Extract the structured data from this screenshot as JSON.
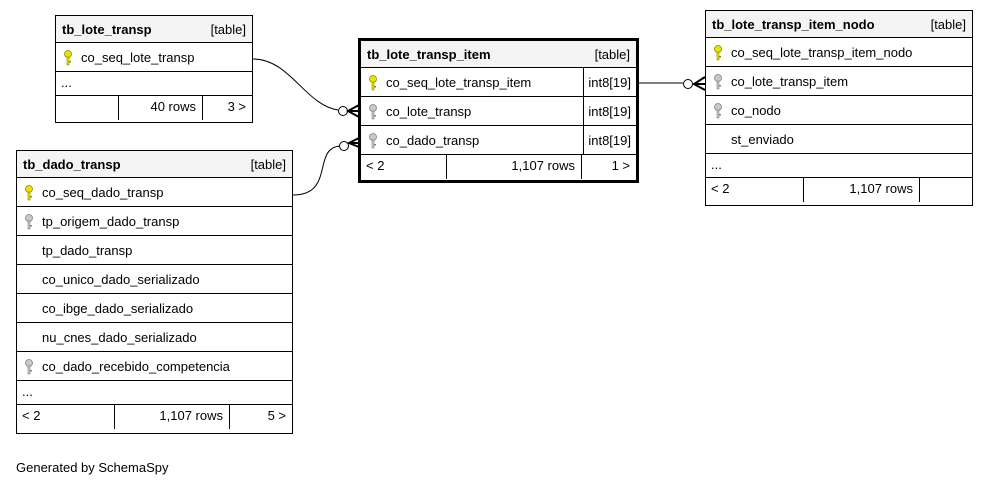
{
  "colors": {
    "primary_key": "#e5e500",
    "foreign_key": "#a8a8a8",
    "header_bg": "#f4f4f4",
    "line": "#000000"
  },
  "tables": {
    "lote_transp": {
      "name": "tb_lote_transp",
      "kind": "[table]",
      "columns": [
        {
          "name": "co_seq_lote_transp",
          "key": "primary"
        }
      ],
      "ellipsis": "...",
      "footer": {
        "left": "",
        "rows": "40 rows",
        "right": "3 >"
      }
    },
    "dado_transp": {
      "name": "tb_dado_transp",
      "kind": "[table]",
      "columns": [
        {
          "name": "co_seq_dado_transp",
          "key": "primary"
        },
        {
          "name": "tp_origem_dado_transp",
          "key": "foreign"
        },
        {
          "name": "tp_dado_transp",
          "key": ""
        },
        {
          "name": "co_unico_dado_serializado",
          "key": ""
        },
        {
          "name": "co_ibge_dado_serializado",
          "key": ""
        },
        {
          "name": "nu_cnes_dado_serializado",
          "key": ""
        },
        {
          "name": "co_dado_recebido_competencia",
          "key": "foreign"
        }
      ],
      "ellipsis": "...",
      "footer": {
        "left": "< 2",
        "rows": "1,107 rows",
        "right": "5 >"
      }
    },
    "lote_transp_item": {
      "name": "tb_lote_transp_item",
      "kind": "[table]",
      "columns": [
        {
          "name": "co_seq_lote_transp_item",
          "type": "int8[19]",
          "key": "primary"
        },
        {
          "name": "co_lote_transp",
          "type": "int8[19]",
          "key": "foreign"
        },
        {
          "name": "co_dado_transp",
          "type": "int8[19]",
          "key": "foreign"
        }
      ],
      "footer": {
        "left": "< 2",
        "rows": "1,107 rows",
        "right": "1 >"
      }
    },
    "lote_transp_item_nodo": {
      "name": "tb_lote_transp_item_nodo",
      "kind": "[table]",
      "columns": [
        {
          "name": "co_seq_lote_transp_item_nodo",
          "key": "primary"
        },
        {
          "name": "co_lote_transp_item",
          "key": "foreign"
        },
        {
          "name": "co_nodo",
          "key": "foreign"
        },
        {
          "name": "st_enviado",
          "key": ""
        }
      ],
      "ellipsis": "...",
      "footer": {
        "left": "< 2",
        "rows": "1,107 rows",
        "right": ""
      }
    }
  },
  "credit": "Generated by SchemaSpy"
}
